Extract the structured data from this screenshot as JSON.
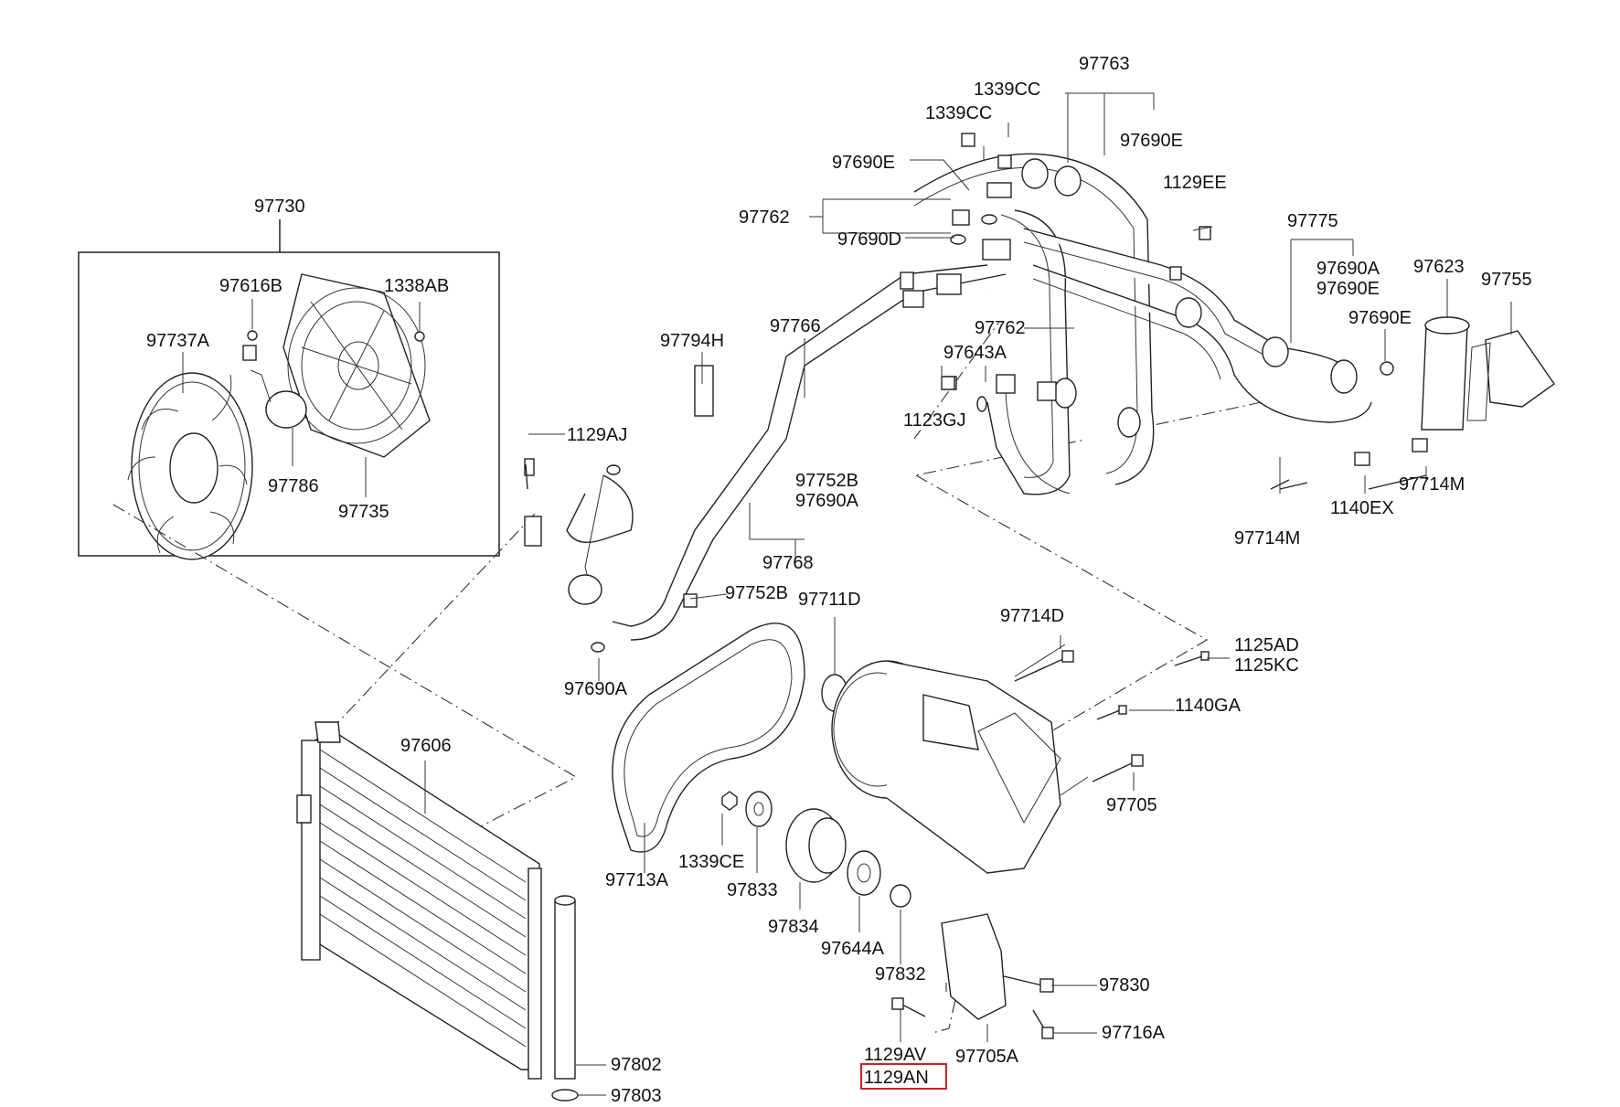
{
  "highlight_color": "#d42020",
  "labels": {
    "l97730": "97730",
    "l97616B": "97616B",
    "l1338AB": "1338AB",
    "l97737A": "97737A",
    "l97786": "97786",
    "l97735": "97735",
    "l97763": "97763",
    "l1339CC_a": "1339CC",
    "l1339CC_b": "1339CC",
    "l97690E_a": "97690E",
    "l97690E_b": "97690E",
    "l97762_a": "97762",
    "l97690D": "97690D",
    "l1129EE": "1129EE",
    "l97775": "97775",
    "l97690A_a": "97690A",
    "l97690E_c": "97690E",
    "l97623": "97623",
    "l97755": "97755",
    "l97690E_d": "97690E",
    "l97794H": "97794H",
    "l97766": "97766",
    "l97762_b": "97762",
    "l97643A": "97643A",
    "l1123GJ": "1123GJ",
    "l1129AJ": "1129AJ",
    "l97752B_a": "97752B",
    "l97690A_b": "97690A",
    "l97768": "97768",
    "l97752B_b": "97752B",
    "l97711D": "97711D",
    "l97690A_c": "97690A",
    "l97714M_a": "97714M",
    "l1140EX": "1140EX",
    "l97714M_b": "97714M",
    "l97714D": "97714D",
    "l1125AD": "1125AD",
    "l1125KC": "1125KC",
    "l1140GA": "1140GA",
    "l97705": "97705",
    "l97606": "97606",
    "l97713A": "97713A",
    "l1339CE": "1339CE",
    "l97833": "97833",
    "l97834": "97834",
    "l97644A": "97644A",
    "l97832": "97832",
    "l97830": "97830",
    "l97716A": "97716A",
    "l1129AV": "1129AV",
    "l1129AN": "1129AN",
    "l97705A": "97705A",
    "l97802": "97802",
    "l97803": "97803"
  }
}
